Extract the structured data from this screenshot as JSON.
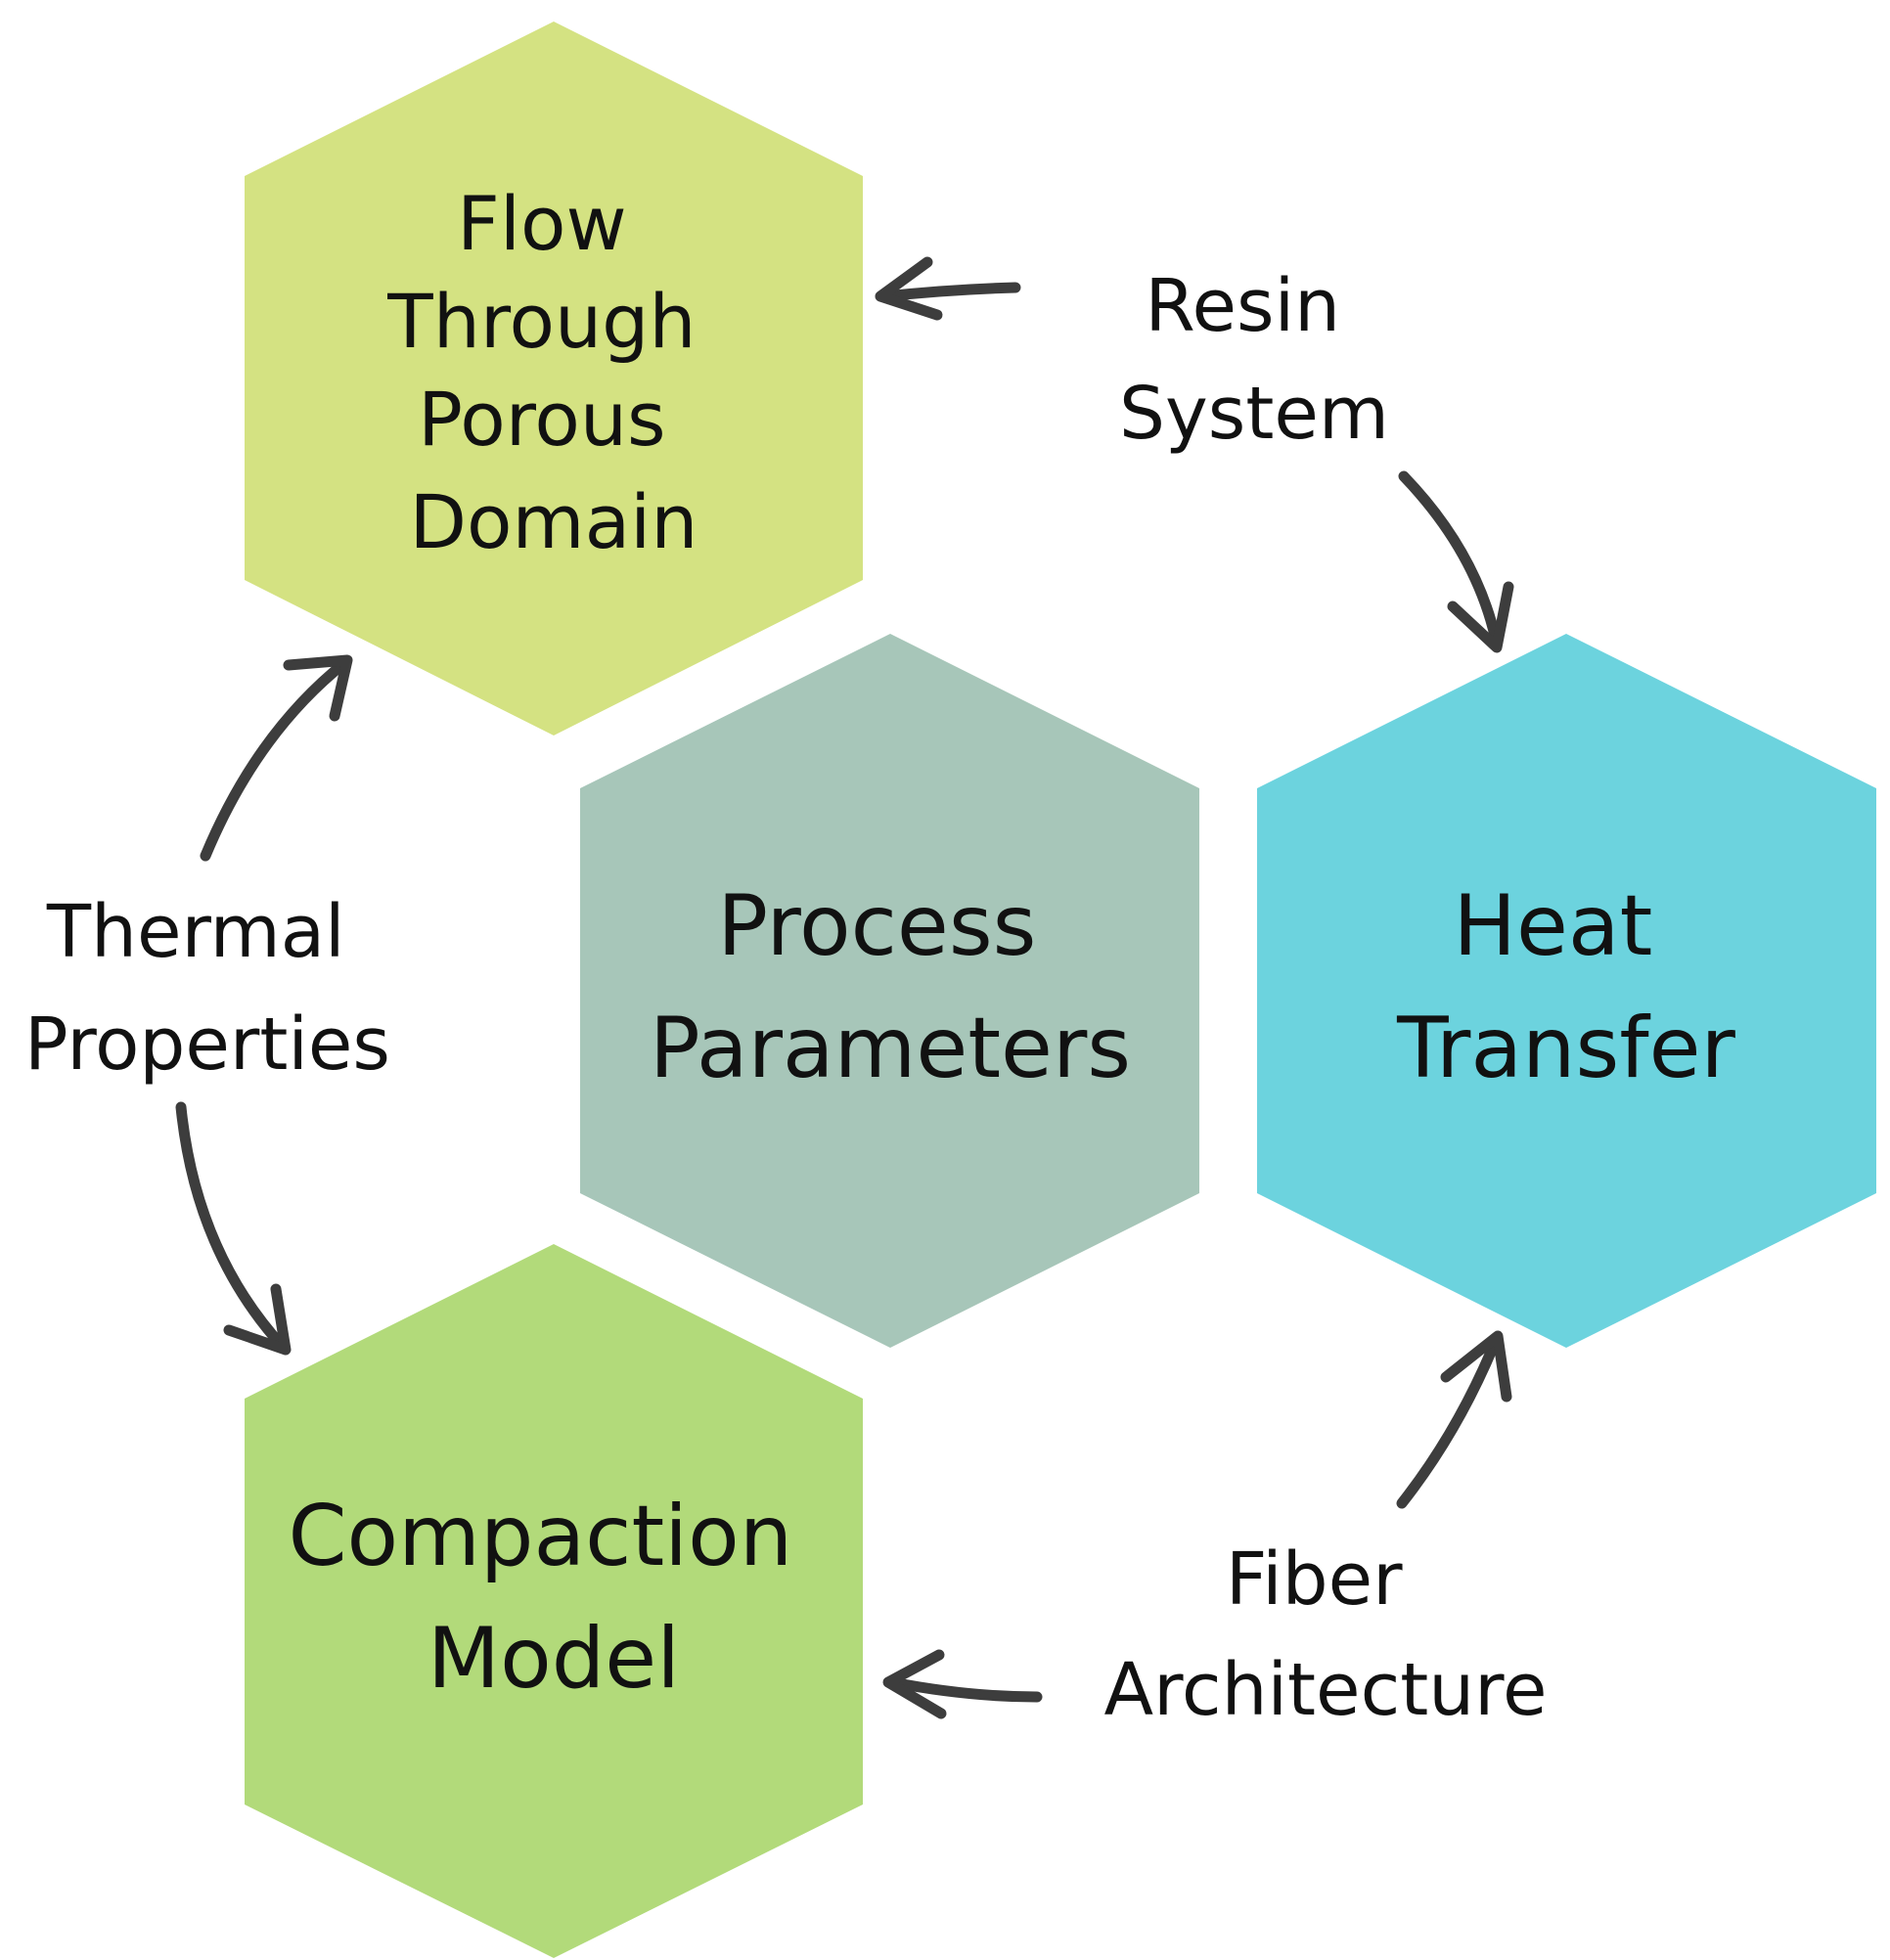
{
  "colors": {
    "flow": "#d4e282",
    "process": "#a7c6b9",
    "heat": "#6cd3de",
    "compaction": "#b2da7a",
    "arrow": "#3d3d3d",
    "text": "#111111"
  },
  "hexagons": {
    "flow": {
      "lines": [
        "Flow",
        "Through",
        "Porous",
        "Domain"
      ]
    },
    "process": {
      "lines": [
        "Process",
        "Parameters"
      ]
    },
    "heat": {
      "lines": [
        "Heat",
        "Transfer"
      ]
    },
    "compaction": {
      "lines": [
        "Compaction",
        "Model"
      ]
    }
  },
  "labels": {
    "resin": {
      "lines": [
        "Resin",
        "System"
      ]
    },
    "thermal": {
      "lines": [
        "Thermal",
        "Properties"
      ]
    },
    "fiber": {
      "lines": [
        "Fiber",
        "Architecture"
      ]
    }
  }
}
